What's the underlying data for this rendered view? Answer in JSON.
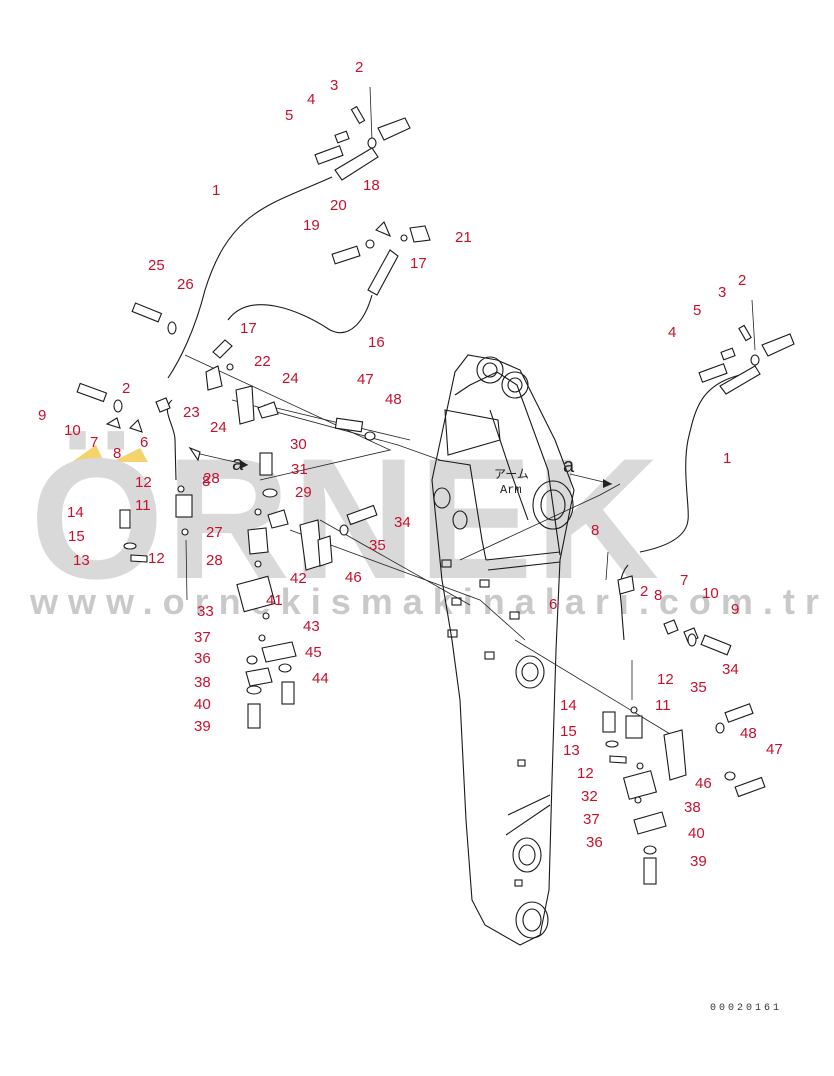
{
  "watermark": {
    "brand": "ÖRNEK",
    "url": "www.ornekismakinalari.com.tr"
  },
  "drawing_number": "00020161",
  "arm_label_jp": "アーム",
  "arm_label_en": "Arm",
  "view_marker": "a",
  "callout_color": "#c8102e",
  "callouts": [
    "1",
    "2",
    "3",
    "4",
    "5",
    "6",
    "7",
    "8",
    "9",
    "10",
    "11",
    "12",
    "13",
    "14",
    "15",
    "16",
    "17",
    "18",
    "19",
    "20",
    "21",
    "22",
    "23",
    "24",
    "25",
    "26",
    "27",
    "28",
    "29",
    "30",
    "31",
    "32",
    "33",
    "34",
    "35",
    "36",
    "37",
    "38",
    "39",
    "40",
    "41",
    "42",
    "43",
    "44",
    "45",
    "46",
    "47",
    "48"
  ]
}
